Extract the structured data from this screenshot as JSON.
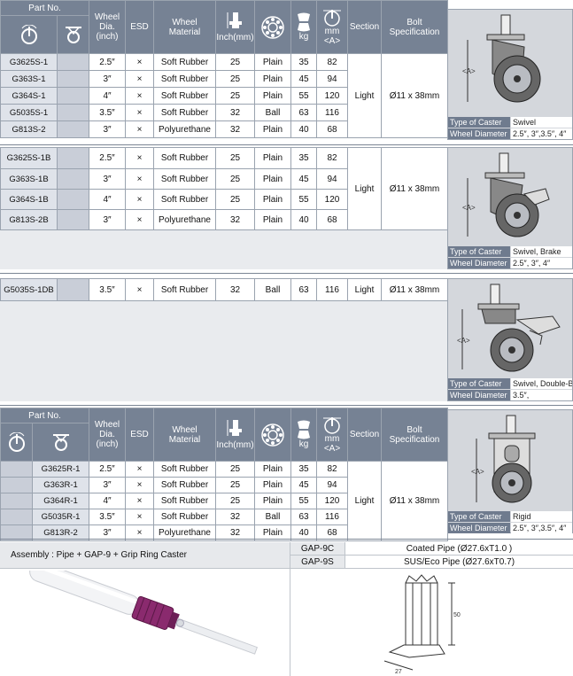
{
  "headers": {
    "part_no": "Part No.",
    "wheel_dia": [
      "Wheel",
      "Dia.",
      "(inch)"
    ],
    "esd": "ESD",
    "wheel_material": [
      "Wheel",
      "Material"
    ],
    "height_unit": "Inch(mm)",
    "kg": "kg",
    "mm": "mm",
    "mm_a": "<A>",
    "section": "Section",
    "bolt": [
      "Bolt",
      "Specification"
    ]
  },
  "sections": [
    {
      "rows": [
        {
          "part": "G3625S-1",
          "dia": "2.5″",
          "esd": "×",
          "material": "Soft Rubber",
          "height": "25",
          "bearing": "Plain",
          "kg": "35",
          "mm": "82"
        },
        {
          "part": "G363S-1",
          "dia": "3″",
          "esd": "×",
          "material": "Soft Rubber",
          "height": "25",
          "bearing": "Plain",
          "kg": "45",
          "mm": "94"
        },
        {
          "part": "G364S-1",
          "dia": "4″",
          "esd": "×",
          "material": "Soft Rubber",
          "height": "25",
          "bearing": "Plain",
          "kg": "55",
          "mm": "120"
        },
        {
          "part": "G5035S-1",
          "dia": "3.5″",
          "esd": "×",
          "material": "Soft Rubber",
          "height": "32",
          "bearing": "Ball",
          "kg": "63",
          "mm": "116"
        },
        {
          "part": "G813S-2",
          "dia": "3″",
          "esd": "×",
          "material": "Polyurethane",
          "height": "32",
          "bearing": "Plain",
          "kg": "40",
          "mm": "68"
        }
      ],
      "section": "Light",
      "bolt": "Ø11 x 38mm",
      "type_label": "Type of Caster",
      "type": "Swivel",
      "dia_label": "Wheel Diameter",
      "dias": "2.5″, 3″,3.5″, 4″"
    },
    {
      "rows": [
        {
          "part": "G3625S-1B",
          "dia": "2.5″",
          "esd": "×",
          "material": "Soft Rubber",
          "height": "25",
          "bearing": "Plain",
          "kg": "35",
          "mm": "82"
        },
        {
          "part": "G363S-1B",
          "dia": "3″",
          "esd": "×",
          "material": "Soft Rubber",
          "height": "25",
          "bearing": "Plain",
          "kg": "45",
          "mm": "94"
        },
        {
          "part": "G364S-1B",
          "dia": "4″",
          "esd": "×",
          "material": "Soft Rubber",
          "height": "25",
          "bearing": "Plain",
          "kg": "55",
          "mm": "120"
        },
        {
          "part": "G813S-2B",
          "dia": "3″",
          "esd": "×",
          "material": "Polyurethane",
          "height": "32",
          "bearing": "Plain",
          "kg": "40",
          "mm": "68"
        }
      ],
      "section": "Light",
      "bolt": "Ø11 x 38mm",
      "type_label": "Type of Caster",
      "type": "Swivel, Brake",
      "dia_label": "Wheel Diameter",
      "dias": "2.5″, 3″, 4″"
    },
    {
      "rows": [
        {
          "part": "G5035S-1DB",
          "dia": "3.5″",
          "esd": "×",
          "material": "Soft Rubber",
          "height": "32",
          "bearing": "Ball",
          "kg": "63",
          "mm": "116"
        }
      ],
      "section": "Light",
      "bolt": "Ø11 x 38mm",
      "type_label": "Type of Caster",
      "type": "Swivel, Double-Brake",
      "dia_label": "Wheel Diameter",
      "dias": "3.5″,"
    },
    {
      "rows": [
        {
          "part": "G3625R-1",
          "dia": "2.5″",
          "esd": "×",
          "material": "Soft Rubber",
          "height": "25",
          "bearing": "Plain",
          "kg": "35",
          "mm": "82"
        },
        {
          "part": "G363R-1",
          "dia": "3″",
          "esd": "×",
          "material": "Soft Rubber",
          "height": "25",
          "bearing": "Plain",
          "kg": "45",
          "mm": "94"
        },
        {
          "part": "G364R-1",
          "dia": "4″",
          "esd": "×",
          "material": "Soft Rubber",
          "height": "25",
          "bearing": "Plain",
          "kg": "55",
          "mm": "120"
        },
        {
          "part": "G5035R-1",
          "dia": "3.5″",
          "esd": "×",
          "material": "Soft Rubber",
          "height": "32",
          "bearing": "Ball",
          "kg": "63",
          "mm": "116"
        },
        {
          "part": "G813R-2",
          "dia": "3″",
          "esd": "×",
          "material": "Polyurethane",
          "height": "32",
          "bearing": "Plain",
          "kg": "40",
          "mm": "68"
        }
      ],
      "section": "Light",
      "bolt": "Ø11 x 38mm",
      "type_label": "Type of Caster",
      "type": "Rigid",
      "dia_label": "Wheel Diameter",
      "dias": "2.5″, 3″,3.5″, 4″"
    }
  ],
  "bottom": {
    "assembly": "Assembly : Pipe + GAP-9 + Grip Ring Caster",
    "gap": [
      {
        "code": "GAP-9C",
        "desc": "Coated Pipe  (Ø27.6xT1.0 )"
      },
      {
        "code": "GAP-9S",
        "desc": "SUS/Eco Pipe (Ø27.6xT0.7)"
      }
    ],
    "dim_h": "50",
    "dim_w": "27"
  },
  "colors": {
    "header": "#768294",
    "part_cell": "#dfe3ea",
    "image_bg": "#d4d7dc",
    "accent_purple": "#8a2a6e"
  }
}
